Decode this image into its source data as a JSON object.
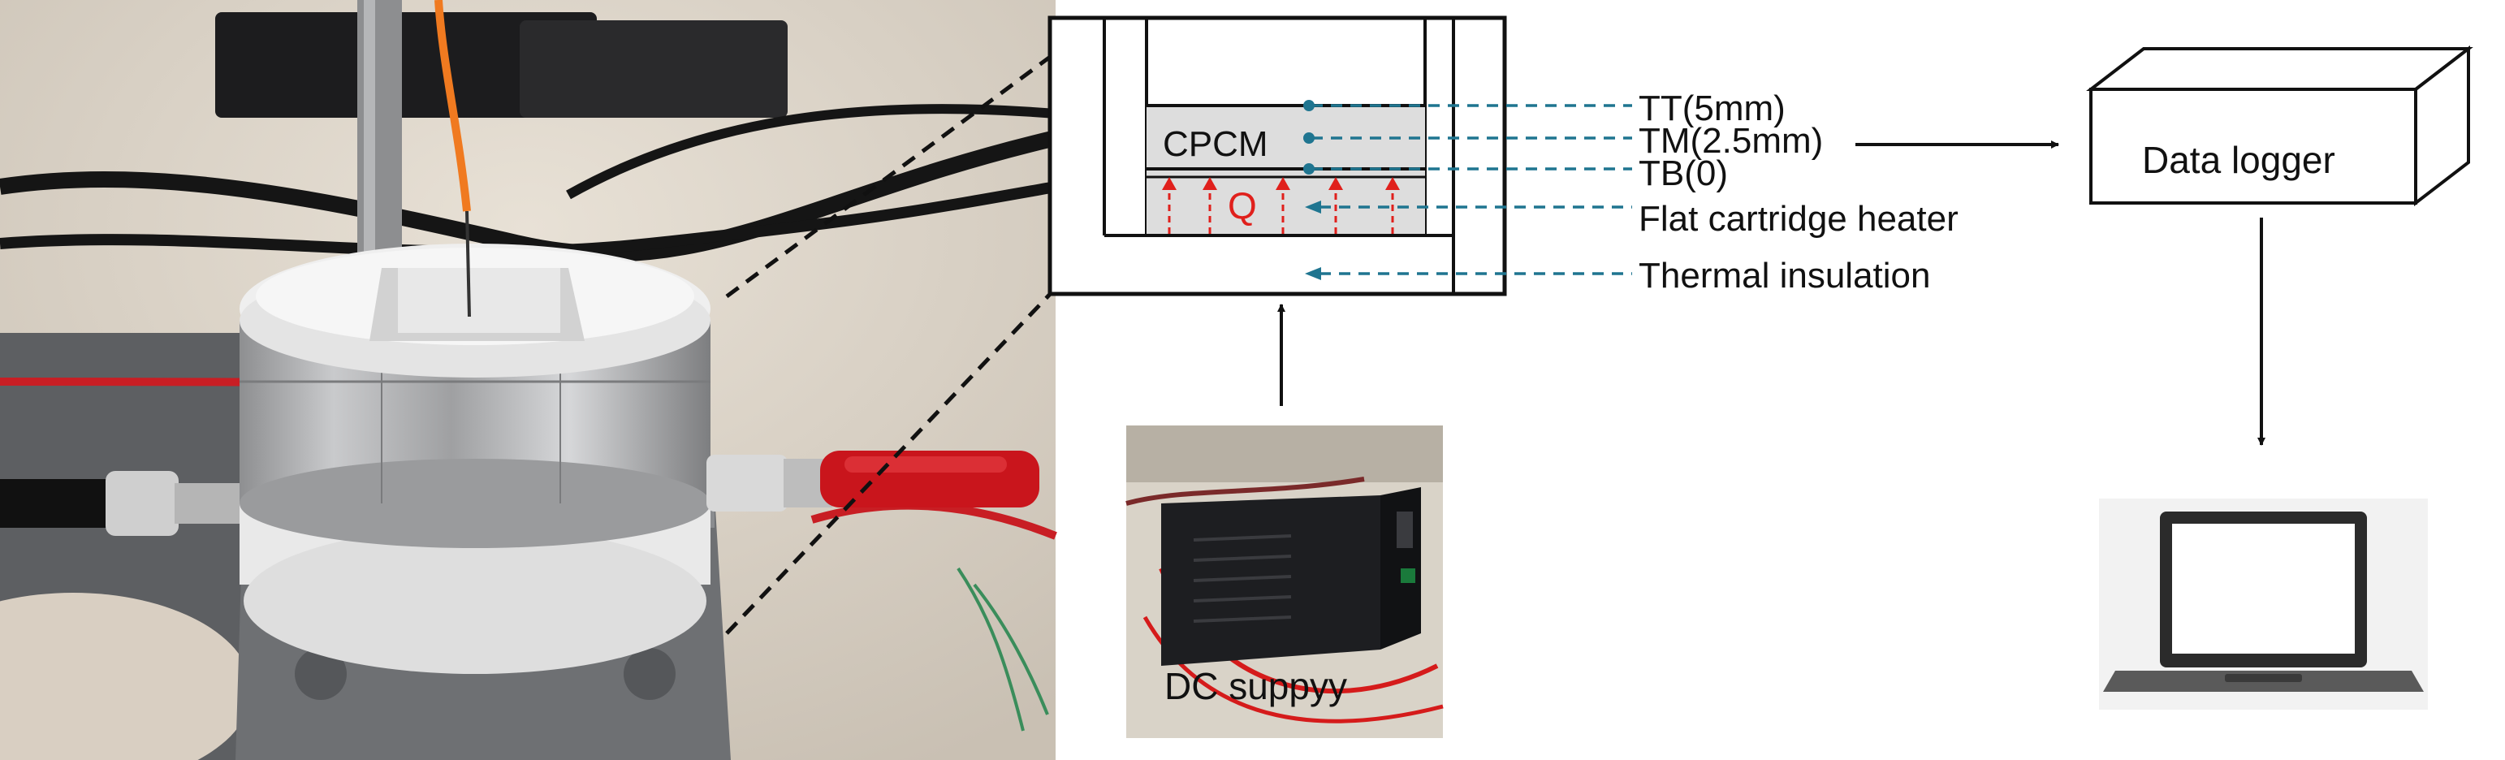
{
  "schematic": {
    "material_label": "CPCM",
    "heat_label": "Q",
    "colors": {
      "heat_arrow": "#e0201c",
      "sensor_line": "#1f7590",
      "sample": "#dcdcdc"
    }
  },
  "callouts": {
    "tt": "TT(5mm)",
    "tm": "TM(2.5mm)",
    "tb": "TB(0)",
    "heater": "Flat cartridge heater",
    "insulation": "Thermal insulation"
  },
  "blocks": {
    "data_logger": "Data logger",
    "dc_supply": "DC suppyy"
  },
  "photos": {
    "main": "experimental setup photo",
    "dc_supply": "dc power supply photo",
    "laptop": "laptop icon"
  }
}
